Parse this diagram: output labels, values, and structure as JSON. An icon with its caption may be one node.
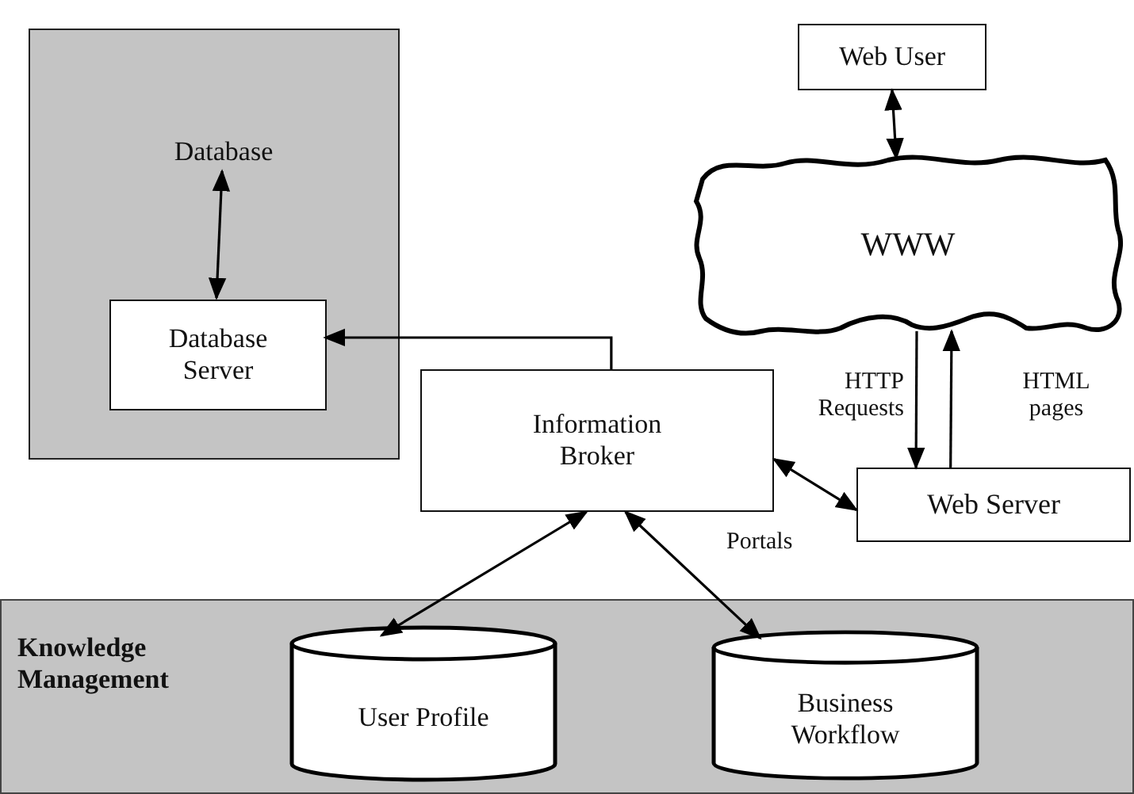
{
  "diagram": {
    "nodes": [
      {
        "text": [],
        "shape": "box"
      },
      {
        "text": [
          "Database"
        ],
        "in": 0
      },
      {
        "text": [
          "Database Server"
        ],
        "in": 0
      },
      {
        "text": [
          "Web User"
        ]
      },
      {
        "text": [
          "WWW"
        ]
      },
      {
        "text": [
          "Information Broker"
        ]
      },
      {
        "text": [
          "Web Server"
        ]
      },
      {
        "text": [
          "Knowledge Management"
        ]
      },
      {
        "text": [
          "User Profile"
        ],
        "in": 7
      },
      {
        "text": [
          "Business Workflow"
        ],
        "in": 7
      }
    ],
    "edges": [
      {
        "from": 1,
        "to": 2,
        "arrow": "both"
      },
      {
        "from": 3,
        "to": 4,
        "arrow": "both"
      },
      {
        "from": 5,
        "to": 2,
        "arrow": "to"
      },
      {
        "from": 4,
        "to": 6,
        "arrow": "to",
        "label": "HTTP Requests"
      },
      {
        "from": 6,
        "to": 4,
        "arrow": "to",
        "label": "HTML pages"
      },
      {
        "from": 5,
        "to": 6,
        "arrow": "both",
        "label": "Portals"
      },
      {
        "from": 5,
        "to": 8,
        "arrow": "both"
      },
      {
        "from": 5,
        "to": 9,
        "arrow": "both"
      }
    ]
  }
}
